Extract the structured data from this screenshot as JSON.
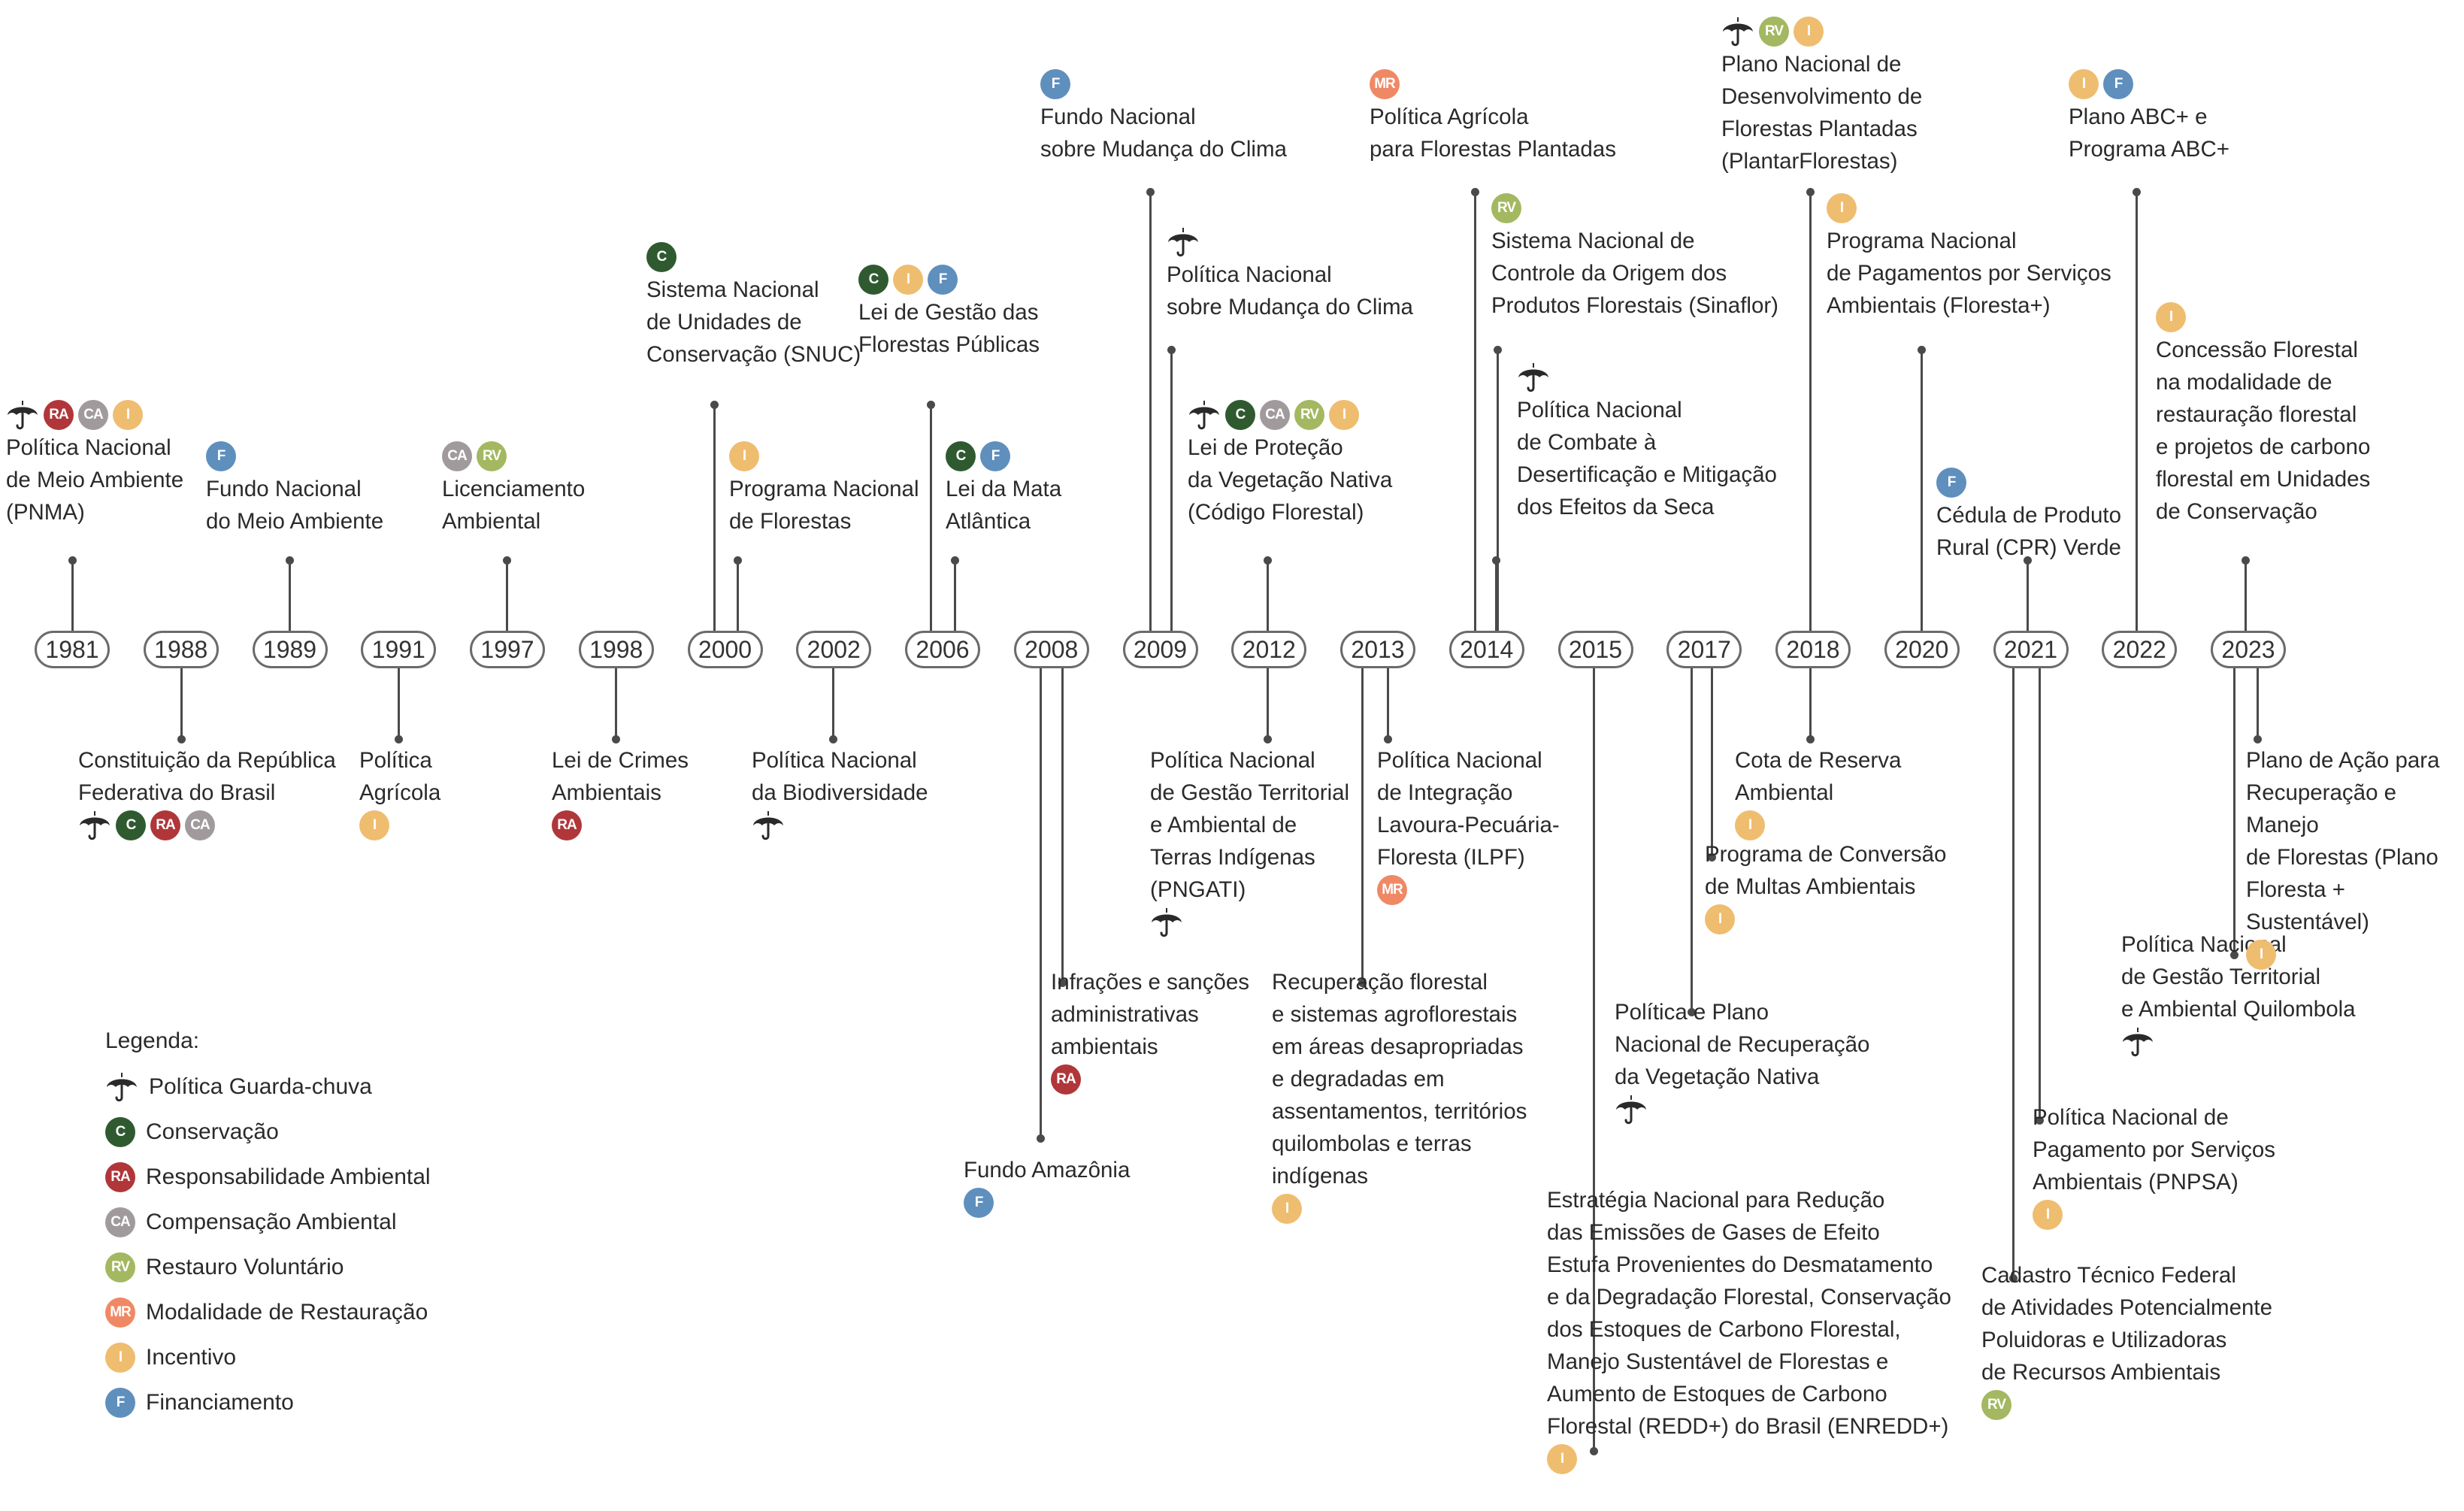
{
  "legend": {
    "title": "Legenda:",
    "items": [
      {
        "code": "umbrella",
        "label": "Política Guarda-chuva"
      },
      {
        "code": "C",
        "label": "Conservação"
      },
      {
        "code": "RA",
        "label": "Responsabilidade Ambiental"
      },
      {
        "code": "CA",
        "label": "Compensação Ambiental"
      },
      {
        "code": "RV",
        "label": "Restauro Voluntário"
      },
      {
        "code": "MR",
        "label": "Modalidade de Restauração"
      },
      {
        "code": "I",
        "label": "Incentivo"
      },
      {
        "code": "F",
        "label": "Financiamento"
      }
    ]
  },
  "colors": {
    "C": "#2f5a30",
    "RA": "#b0363a",
    "CA": "#a19a9c",
    "RV": "#a3b861",
    "MR": "#ef8965",
    "I": "#efbd6f",
    "F": "#5f8fbd",
    "umbrella": "#2a2a2a",
    "line": "#4a4a4a"
  },
  "years": [
    "1981",
    "1988",
    "1989",
    "1991",
    "1997",
    "1998",
    "2000",
    "2002",
    "2006",
    "2008",
    "2009",
    "2012",
    "2013",
    "2014",
    "2015",
    "2017",
    "2018",
    "2020",
    "2021",
    "2022",
    "2023"
  ],
  "events": [
    {
      "year": "1981",
      "side": "up",
      "text": "Política Nacional\nde Meio Ambiente\n(PNMA)",
      "badges": [
        "umbrella",
        "RA",
        "CA",
        "I"
      ]
    },
    {
      "year": "1988",
      "side": "down",
      "text": "Constituição da República\nFederativa do Brasil",
      "badges": [
        "umbrella",
        "C",
        "RA",
        "CA"
      ]
    },
    {
      "year": "1989",
      "side": "up",
      "text": "Fundo Nacional\ndo Meio Ambiente",
      "badges": [
        "F"
      ]
    },
    {
      "year": "1991",
      "side": "down",
      "text": "Política\nAgrícola",
      "badges": [
        "I"
      ]
    },
    {
      "year": "1997",
      "side": "up",
      "text": "Licenciamento\nAmbiental",
      "badges": [
        "CA",
        "RV"
      ]
    },
    {
      "year": "1998",
      "side": "down",
      "text": "Lei de Crimes\nAmbientais",
      "badges": [
        "RA"
      ]
    },
    {
      "year": "2000",
      "side": "up",
      "text": "Sistema Nacional\nde Unidades de\nConservação (SNUC)",
      "badges": [
        "C"
      ]
    },
    {
      "year": "2000",
      "side": "up",
      "text": "Programa Nacional\nde Florestas",
      "badges": [
        "I"
      ]
    },
    {
      "year": "2002",
      "side": "down",
      "text": "Política Nacional\nda Biodiversidade",
      "badges": [
        "umbrella"
      ]
    },
    {
      "year": "2006",
      "side": "up",
      "text": "Lei de Gestão das\nFlorestas Públicas",
      "badges": [
        "C",
        "I",
        "F"
      ]
    },
    {
      "year": "2006",
      "side": "up",
      "text": "Lei da Mata\nAtlântica",
      "badges": [
        "C",
        "F"
      ]
    },
    {
      "year": "2008",
      "side": "down",
      "text": "Fundo Amazônia",
      "badges": [
        "F"
      ]
    },
    {
      "year": "2008",
      "side": "down",
      "text": "Infrações e sanções\nadministrativas\nambientais",
      "badges": [
        "RA"
      ]
    },
    {
      "year": "2009",
      "side": "up",
      "text": "Fundo Nacional\nsobre Mudança do Clima",
      "badges": [
        "F"
      ]
    },
    {
      "year": "2009",
      "side": "up",
      "text": "Política Nacional\nsobre Mudança do Clima",
      "badges": [
        "umbrella"
      ]
    },
    {
      "year": "2012",
      "side": "up",
      "text": "Lei de Proteção\nda Vegetação Nativa\n(Código Florestal)",
      "badges": [
        "umbrella",
        "C",
        "CA",
        "RV",
        "I"
      ]
    },
    {
      "year": "2012",
      "side": "down",
      "text": "Política Nacional\nde Gestão Territorial\ne Ambiental de\nTerras Indígenas\n(PNGATI)",
      "badges": [
        "umbrella"
      ]
    },
    {
      "year": "2013",
      "side": "down",
      "text": "Recuperação florestal\ne sistemas agroflorestais\nem áreas desapropriadas\ne degradadas em\nassentamentos, territórios\nquilombolas e terras\nindígenas",
      "badges": [
        "I"
      ]
    },
    {
      "year": "2013",
      "side": "down",
      "text": "Política Nacional\nde Integração\nLavoura-Pecuária-\nFloresta (ILPF)",
      "badges": [
        "MR"
      ]
    },
    {
      "year": "2014",
      "side": "up",
      "text": "Política Agrícola\npara Florestas Plantadas",
      "badges": [
        "MR"
      ]
    },
    {
      "year": "2014",
      "side": "up",
      "text": "Sistema Nacional de\nControle da Origem dos\nProdutos Florestais (Sinaflor)",
      "badges": [
        "RV"
      ]
    },
    {
      "year": "2015",
      "side": "up",
      "text": "Política Nacional\nde Combate à\nDesertificação e Mitigação\ndos Efeitos da Seca",
      "badges": [
        "umbrella"
      ]
    },
    {
      "year": "2015",
      "side": "down",
      "text": "Estratégia Nacional para Redução\ndas Emissões de Gases de Efeito\nEstufa Provenientes do Desmatamento\ne da Degradação Florestal, Conservação\ndos Estoques de Carbono Florestal,\nManejo Sustentável de Florestas e\nAumento de Estoques de Carbono\nFlorestal (REDD+) do Brasil (ENREDD+)",
      "badges": [
        "I"
      ]
    },
    {
      "year": "2017",
      "side": "down",
      "text": "Política e Plano\nNacional de Recuperação\nda Vegetação Nativa",
      "badges": [
        "umbrella"
      ]
    },
    {
      "year": "2017",
      "side": "down",
      "text": "Programa de Conversão\nde Multas Ambientais",
      "badges": [
        "I"
      ]
    },
    {
      "year": "2018",
      "side": "up",
      "text": "Plano Nacional de\nDesenvolvimento de\nFlorestas Plantadas\n(PlantarFlorestas)",
      "badges": [
        "umbrella",
        "RV",
        "I"
      ]
    },
    {
      "year": "2018",
      "side": "down",
      "text": "Cota de Reserva\nAmbiental",
      "badges": [
        "I"
      ]
    },
    {
      "year": "2020",
      "side": "up",
      "text": "Programa Nacional\nde Pagamentos por Serviços\nAmbientais (Floresta+)",
      "badges": [
        "I"
      ]
    },
    {
      "year": "2021",
      "side": "up",
      "text": "Cédula de Produto\nRural (CPR) Verde",
      "badges": [
        "F"
      ]
    },
    {
      "year": "2021",
      "side": "down",
      "text": "Cadastro Técnico Federal\nde Atividades Potencialmente\nPoluidoras e Utilizadoras\nde Recursos Ambientais",
      "badges": [
        "RV"
      ]
    },
    {
      "year": "2021",
      "side": "down",
      "text": "Política Nacional de\nPagamento por Serviços\nAmbientais (PNPSA)",
      "badges": [
        "I"
      ]
    },
    {
      "year": "2022",
      "side": "up",
      "text": "Plano ABC+ e\nPrograma ABC+",
      "badges": [
        "I",
        "F"
      ]
    },
    {
      "year": "2023",
      "side": "up",
      "text": "Concessão Florestal\nna modalidade de\nrestauração florestal\ne projetos de carbono\nflorestal em Unidades\nde Conservação",
      "badges": [
        "I"
      ]
    },
    {
      "year": "2023",
      "side": "down",
      "text": "Política Nacional\nde Gestão Territorial\ne Ambiental Quilombola",
      "badges": [
        "umbrella"
      ]
    },
    {
      "year": "2023",
      "side": "down",
      "text": "Plano de Ação para\nRecuperação e Manejo\nde Florestas (Plano\nFloresta + Sustentável)",
      "badges": [
        "I"
      ]
    }
  ]
}
